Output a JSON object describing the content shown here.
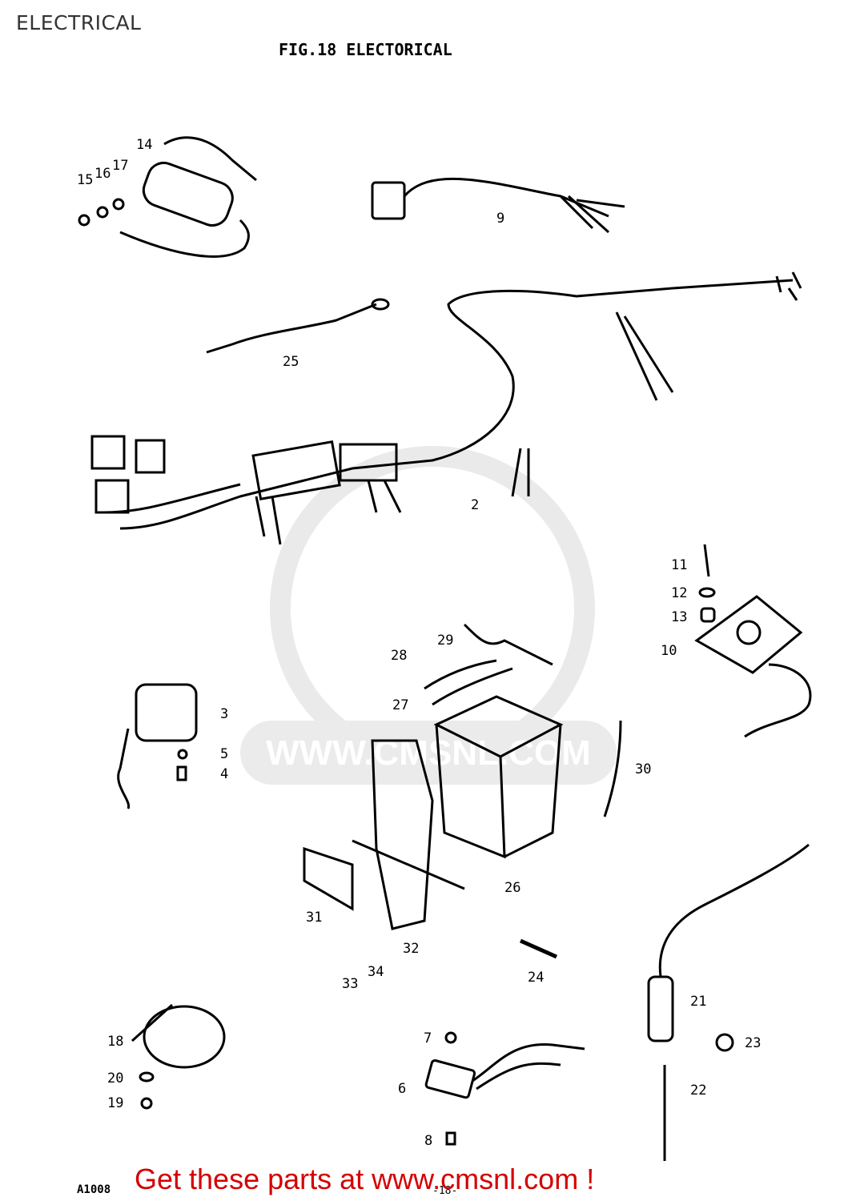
{
  "page": {
    "title": "ELECTRICAL"
  },
  "figure": {
    "title": "FIG.18  ELECTORICAL",
    "watermark": "WWW.CMSNL.COM",
    "corner_code": "A1008",
    "page_number": "-18-",
    "part_labels": [
      "14",
      "15",
      "16",
      "17",
      "9",
      "25",
      "2",
      "11",
      "12",
      "13",
      "10",
      "29",
      "28",
      "27",
      "3",
      "5",
      "4",
      "30",
      "26",
      "31",
      "32",
      "34",
      "33",
      "24",
      "21",
      "23",
      "22",
      "18",
      "20",
      "19",
      "7",
      "6",
      "8"
    ]
  },
  "footer": {
    "banner": "Get these parts at www.cmsnl.com !"
  },
  "colors": {
    "banner": "#d40000",
    "line": "#000000",
    "watermark": "#d9d9d9"
  }
}
